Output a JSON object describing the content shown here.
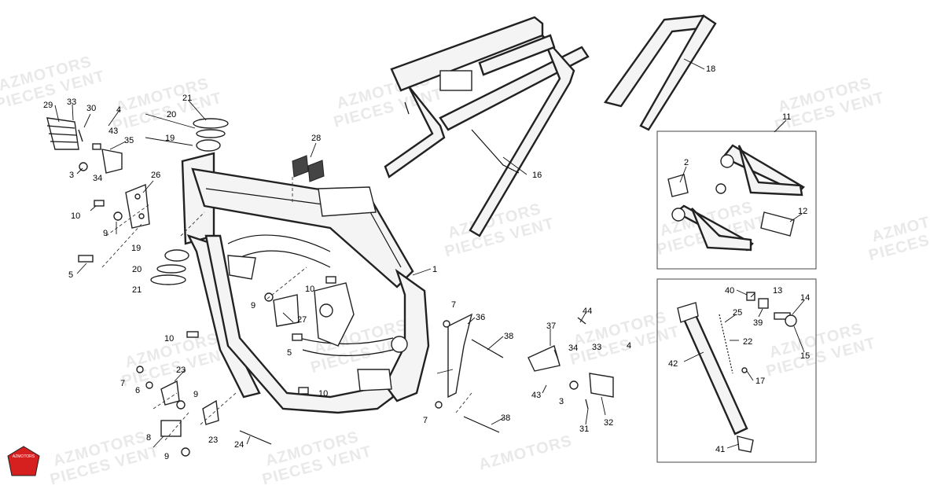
{
  "watermark": {
    "line1": "AZMOTORS",
    "line2": "PIECES VENT"
  },
  "logo": {
    "text": "AZMOTORS",
    "color": "#d62020"
  },
  "callouts": [
    "1",
    "2",
    "3",
    "4",
    "5",
    "6",
    "7",
    "8",
    "9",
    "10",
    "11",
    "12",
    "13",
    "14",
    "15",
    "16",
    "17",
    "18",
    "19",
    "20",
    "21",
    "22",
    "23",
    "24",
    "25",
    "26",
    "27",
    "28",
    "29",
    "30",
    "31",
    "32",
    "33",
    "34",
    "35",
    "36",
    "37",
    "38",
    "39",
    "40",
    "41",
    "42",
    "43",
    "44"
  ]
}
